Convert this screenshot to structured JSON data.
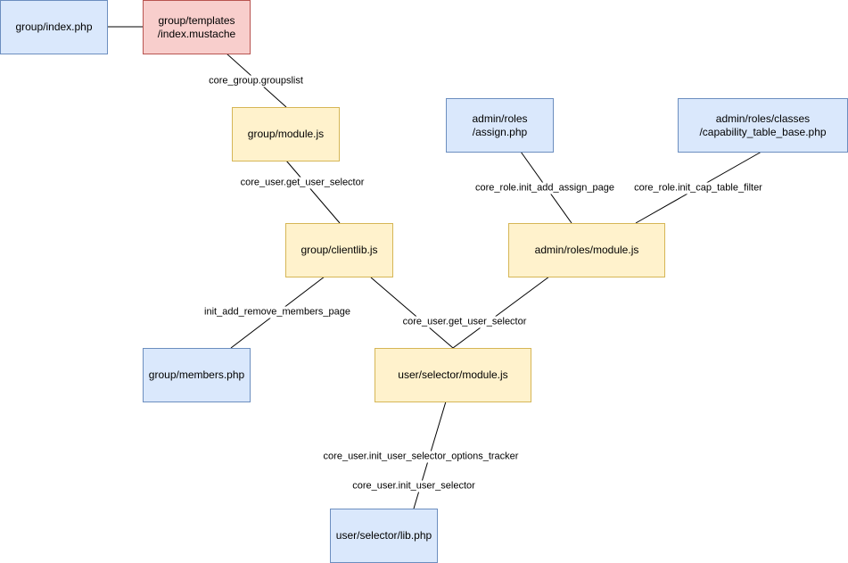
{
  "nodes": {
    "group_index_php": "group/index.php",
    "group_templates_index_mustache": "group/templates\n/index.mustache",
    "group_module_js": "group/module.js",
    "admin_roles_assign_php": "admin/roles\n/assign.php",
    "admin_roles_classes_capability_table_base_php": "admin/roles/classes\n/capability_table_base.php",
    "group_clientlib_js": "group/clientlib.js",
    "admin_roles_module_js": "admin/roles/module.js",
    "group_members_php": "group/members.php",
    "user_selector_module_js": "user/selector/module.js",
    "user_selector_lib_php": "user/selector/lib.php"
  },
  "edge_labels": {
    "core_group_groupslist": "core_group.groupslist",
    "core_user_get_user_selector_1": "core_user.get_user_selector",
    "core_role_init_add_assign_page": "core_role.init_add_assign_page",
    "core_role_init_cap_table_filter": "core_role.init_cap_table_filter",
    "init_add_remove_members_page": "init_add_remove_members_page",
    "core_user_get_user_selector_2": "core_user.get_user_selector",
    "core_user_init_user_selector_options_tracker": "core_user.init_user_selector_options_tracker",
    "core_user_init_user_selector": "core_user.init_user_selector"
  },
  "colors": {
    "php_fill": "#dae8fc",
    "php_stroke": "#6c8ebf",
    "template_fill": "#f8cecc",
    "template_stroke": "#b85450",
    "js_fill": "#fff2cc",
    "js_stroke": "#d6b656",
    "edge": "#000000"
  }
}
